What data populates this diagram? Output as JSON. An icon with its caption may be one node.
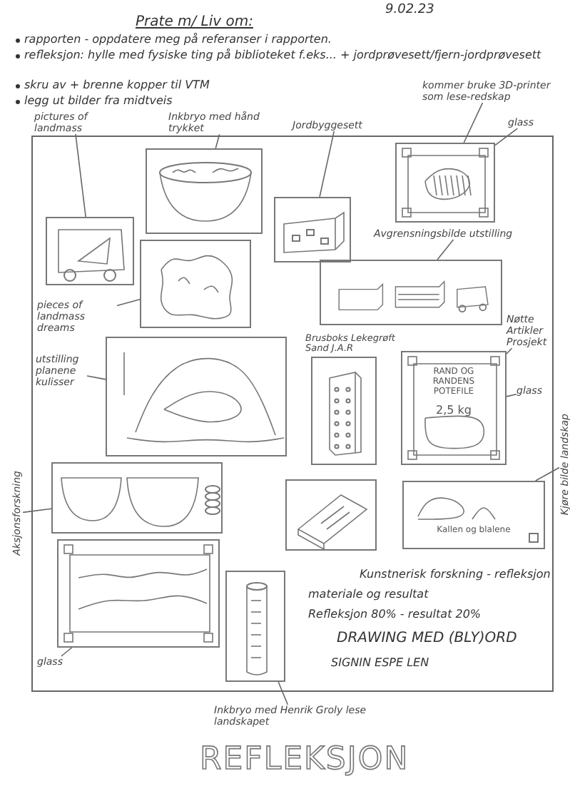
{
  "diagram": {
    "nodes": [
      {
        "text": [],
        "shape": "box"
      },
      {
        "text": [],
        "shape": "picture",
        "in": 0
      },
      {
        "text": [],
        "shape": "picture",
        "in": 0
      },
      {
        "text": [],
        "shape": "picture",
        "in": 0
      },
      {
        "text": [],
        "shape": "picture",
        "in": 0
      },
      {
        "text": [],
        "shape": "picture",
        "in": 0
      },
      {
        "text": [],
        "shape": "picture",
        "in": 0
      },
      {
        "text": [],
        "shape": "picture",
        "in": 0
      },
      {
        "text": [],
        "shape": "picture",
        "in": 0,
        "beside": [
          "Brusboks Lekegrøft Sand J.A.R"
        ]
      },
      {
        "text": [
          "RAND OG RANDENS POTEFILE",
          "2,5 kg"
        ],
        "in": 0
      },
      {
        "text": [],
        "shape": "picture",
        "in": 0
      },
      {
        "text": [],
        "shape": "picture",
        "in": 0
      },
      {
        "text": [],
        "shape": "picture",
        "in": 0
      },
      {
        "text": [
          "Kallen og blalene"
        ],
        "in": 0
      },
      {
        "text": [],
        "shape": "picture",
        "in": 0
      },
      {
        "text": [
          "pictures of landmass"
        ]
      },
      {
        "text": [
          "Inkbryo med hånd trykket"
        ]
      },
      {
        "text": [
          "Jordbyggesett"
        ]
      },
      {
        "text": [
          "kommer bruke 3D-printer som lese-redskap"
        ]
      },
      {
        "text": [
          "glass"
        ]
      },
      {
        "text": [
          "pieces of landmass dreams"
        ],
        "in": 0
      },
      {
        "text": [
          "utstilling planene kulisser"
        ],
        "in": 0
      },
      {
        "text": [
          "Avgrensningsbilde utstilling"
        ],
        "in": 0
      },
      {
        "text": [
          "Nøtte Artikler Prosjekt"
        ],
        "in": 0
      },
      {
        "text": [
          "glass"
        ],
        "in": 0
      },
      {
        "text": [
          "Kjøre bilde landskap"
        ]
      },
      {
        "text": [
          "Aksjonsforskning"
        ]
      },
      {
        "text": [
          "glass"
        ],
        "in": 0
      },
      {
        "text": [
          "Inkbryo med Henrik Groly lese landskapet"
        ]
      }
    ],
    "edges": [
      {
        "from": 15,
        "to": 1,
        "arrow": "none"
      },
      {
        "from": 16,
        "to": 2,
        "arrow": "none"
      },
      {
        "from": 17,
        "to": 3,
        "arrow": "none"
      },
      {
        "from": 18,
        "to": 4,
        "arrow": "none"
      },
      {
        "from": 19,
        "to": 4,
        "arrow": "none"
      },
      {
        "from": 20,
        "to": 6,
        "arrow": "none"
      },
      {
        "from": 21,
        "to": 7,
        "arrow": "none"
      },
      {
        "from": 22,
        "to": 5,
        "arrow": "none"
      },
      {
        "from": 23,
        "to": 9,
        "arrow": "none"
      },
      {
        "from": 24,
        "to": 9,
        "arrow": "none"
      },
      {
        "from": 25,
        "to": 13,
        "arrow": "none"
      },
      {
        "from": 26,
        "to": 10,
        "arrow": "none"
      },
      {
        "from": 27,
        "to": 11,
        "arrow": "none"
      },
      {
        "from": 28,
        "to": 14,
        "arrow": "none"
      }
    ],
    "labels": [
      "9.02.23",
      "Prate m/ Liv om:",
      "rapporten - oppdatere meg på referanser i rapporten.",
      "refleksjon: hylle med fysiske ting på biblioteket f.eks... + jordprøvesett/fjern-jordprøvesett",
      "skru av + brenne kopper til VTM",
      "legg ut bilder fra midtveis",
      "Kunstnerisk forskning - refleksjon",
      "materiale og resultat",
      "Refleksjon 80% - resultat 20%",
      "DRAWING MED (BLY)ORD",
      "SIGNIN ESPE LEN",
      "REFLEKSJON"
    ]
  }
}
